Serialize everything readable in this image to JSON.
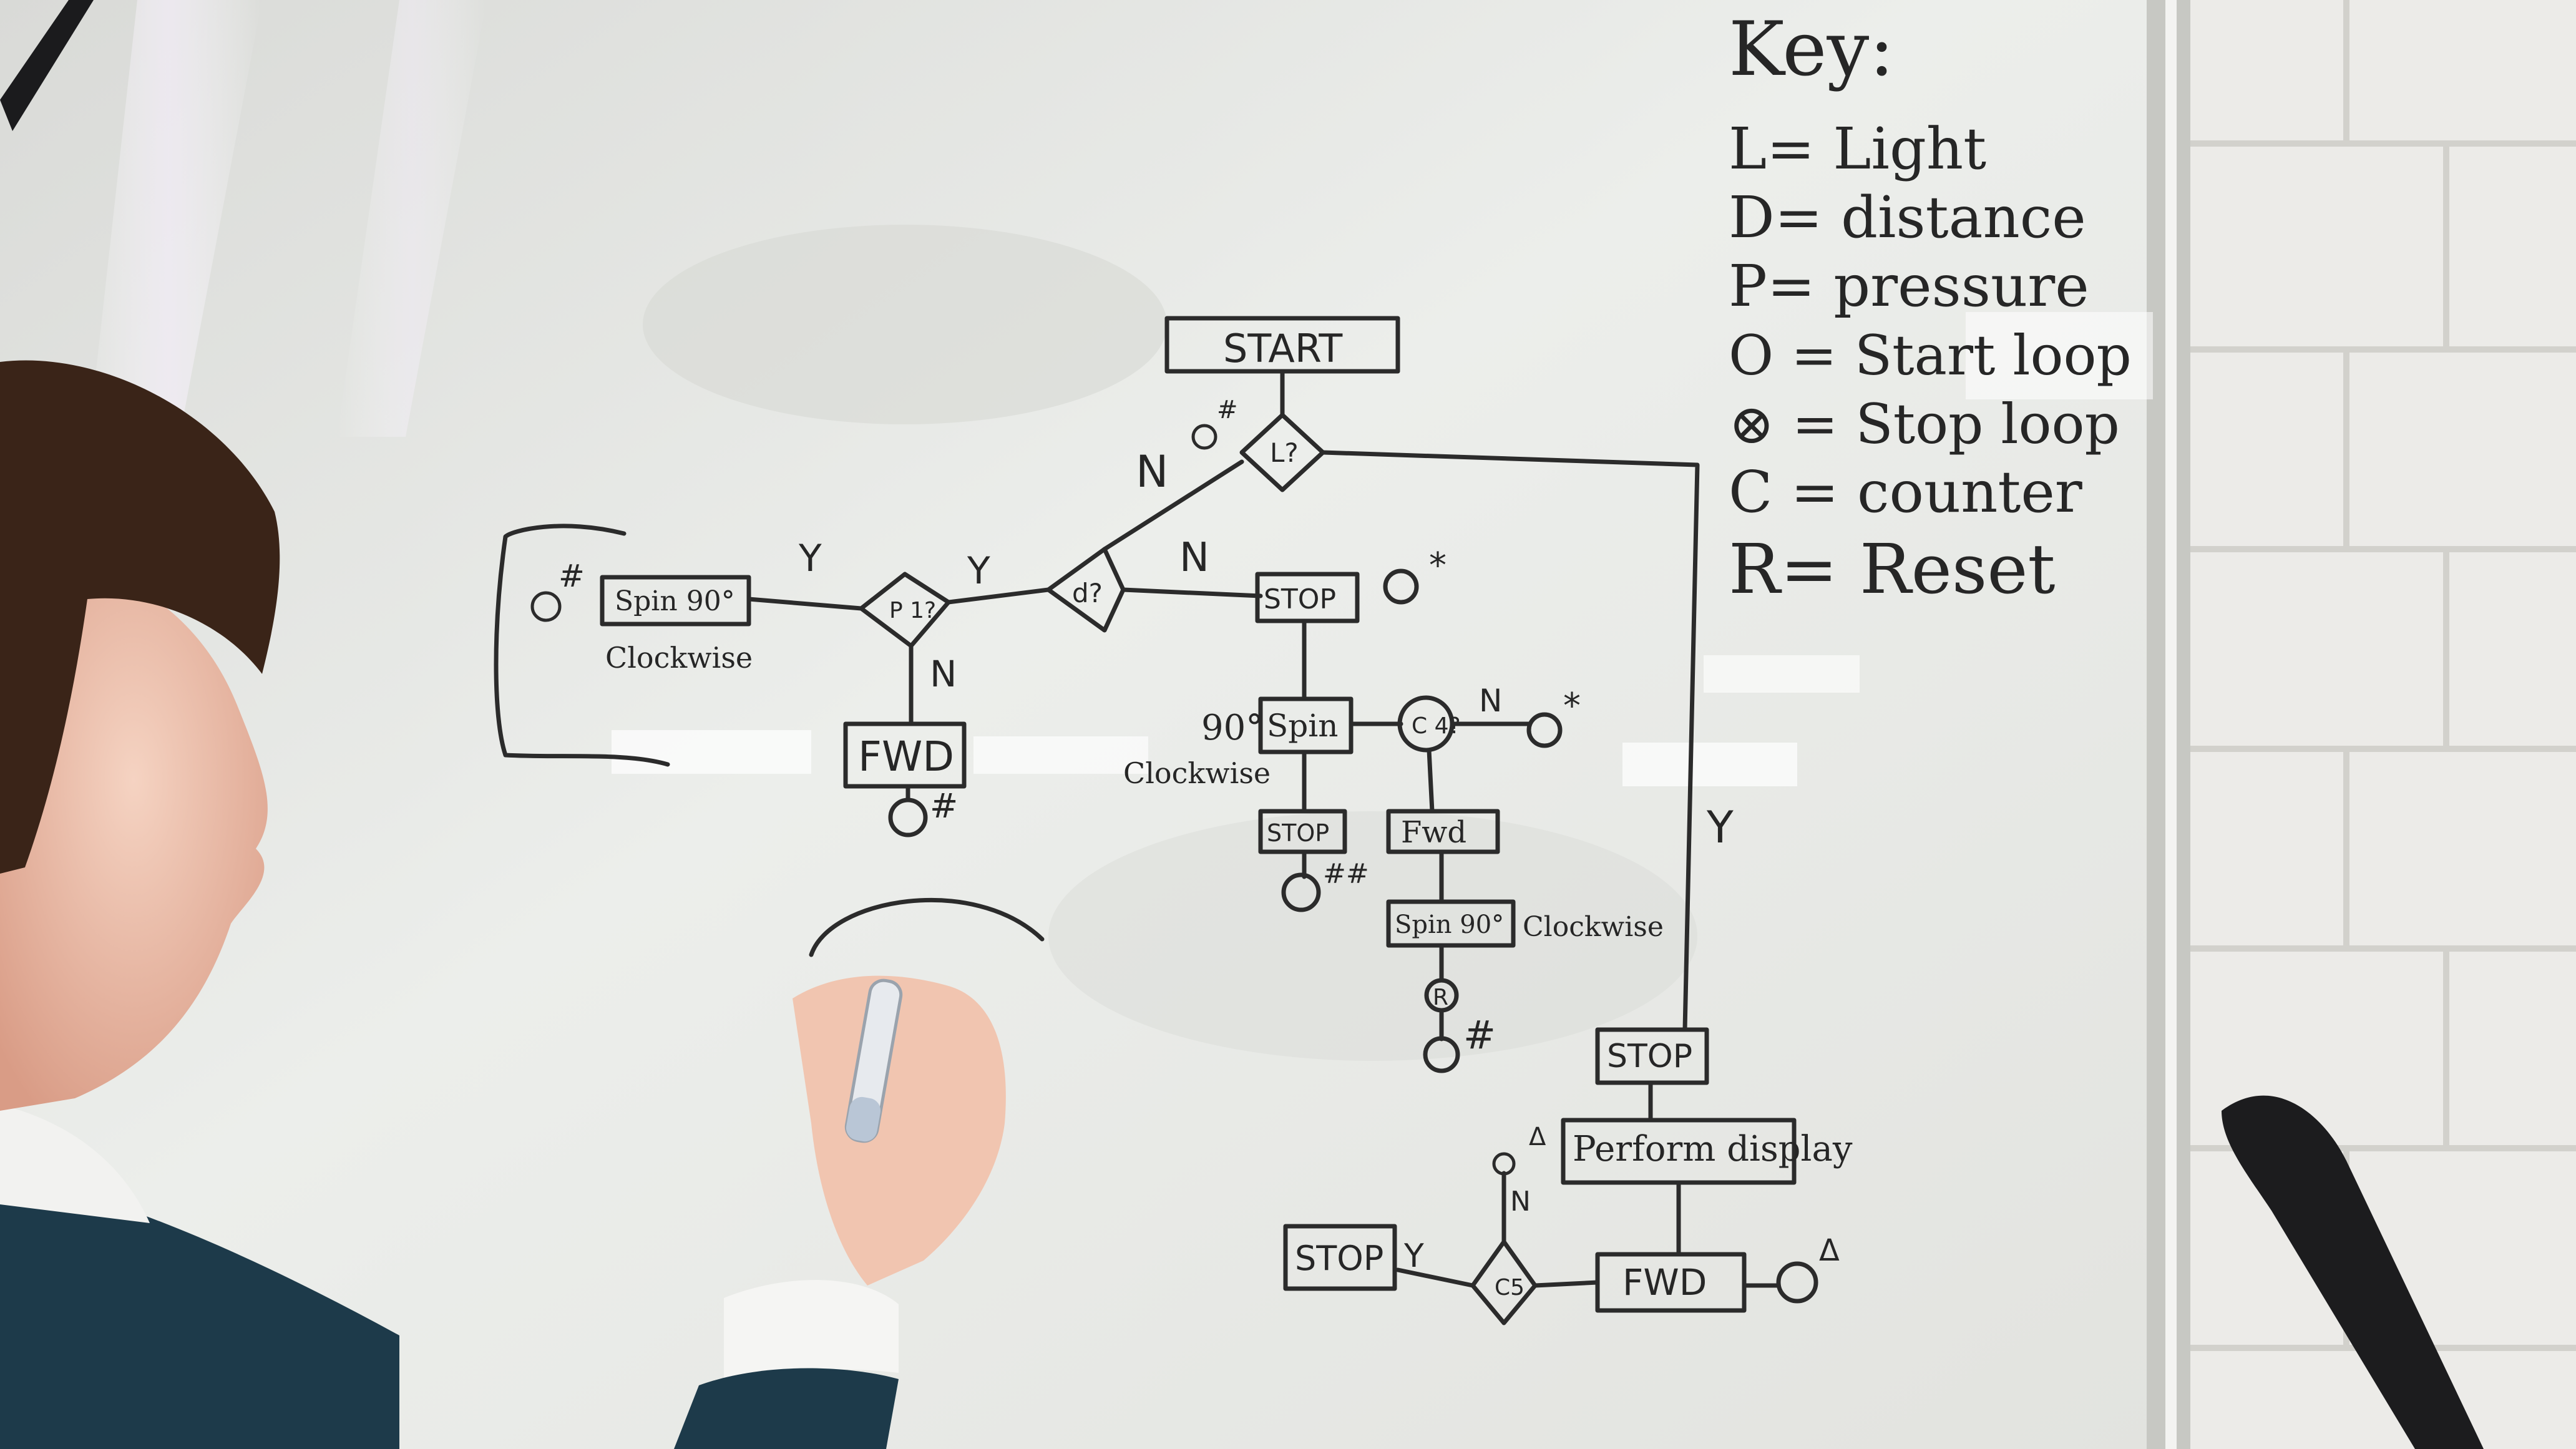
{
  "key": {
    "title": "Key:",
    "entries": [
      "L= Light",
      "D= distance",
      "P= pressure",
      "O = Start loop",
      "⊗ = Stop loop",
      "C = counter",
      "R= Reset"
    ]
  },
  "flowchart": {
    "start": "START",
    "nodes": {
      "decision_top": "L\n?",
      "decision_d": "d\n?",
      "decision_p": "P\n1?",
      "spin_left": "Spin 90°",
      "spin_left_note": "Clockwise",
      "fwd_left": "FWD",
      "stop_mid": "STOP",
      "spin_mid": "Spin",
      "spin_mid_note_angle": "90°",
      "spin_mid_note": "Clockwise",
      "stop_small": "STOP",
      "counter_mid": "C\n4?",
      "fwd_small": "Fwd",
      "spin_small": "Spin 90°",
      "spin_small_note": "Clockwise",
      "reset_mark": "R",
      "stop_right": "STOP",
      "perform_display": "Perform display",
      "counter_bottom": "C\n5",
      "stop_bottom": "STOP",
      "fwd_bottom": "FWD"
    },
    "labels": {
      "y": "Y",
      "n": "N",
      "hash": "#",
      "star": "*",
      "hash2": "##",
      "triangle": "Δ",
      "diamond": "◇",
      "ring": "O"
    }
  },
  "colors": {
    "board": "#e7e8e4",
    "ink": "#262626",
    "wall": "#ececea",
    "mortar": "#d6d6d2",
    "sweater": "#1d3a4a",
    "skin": "#f0c8b4",
    "hair": "#3a2418",
    "frame": "#c9cac6"
  },
  "icons": [
    "marker-pen",
    "whiteboard",
    "brick-wall"
  ]
}
